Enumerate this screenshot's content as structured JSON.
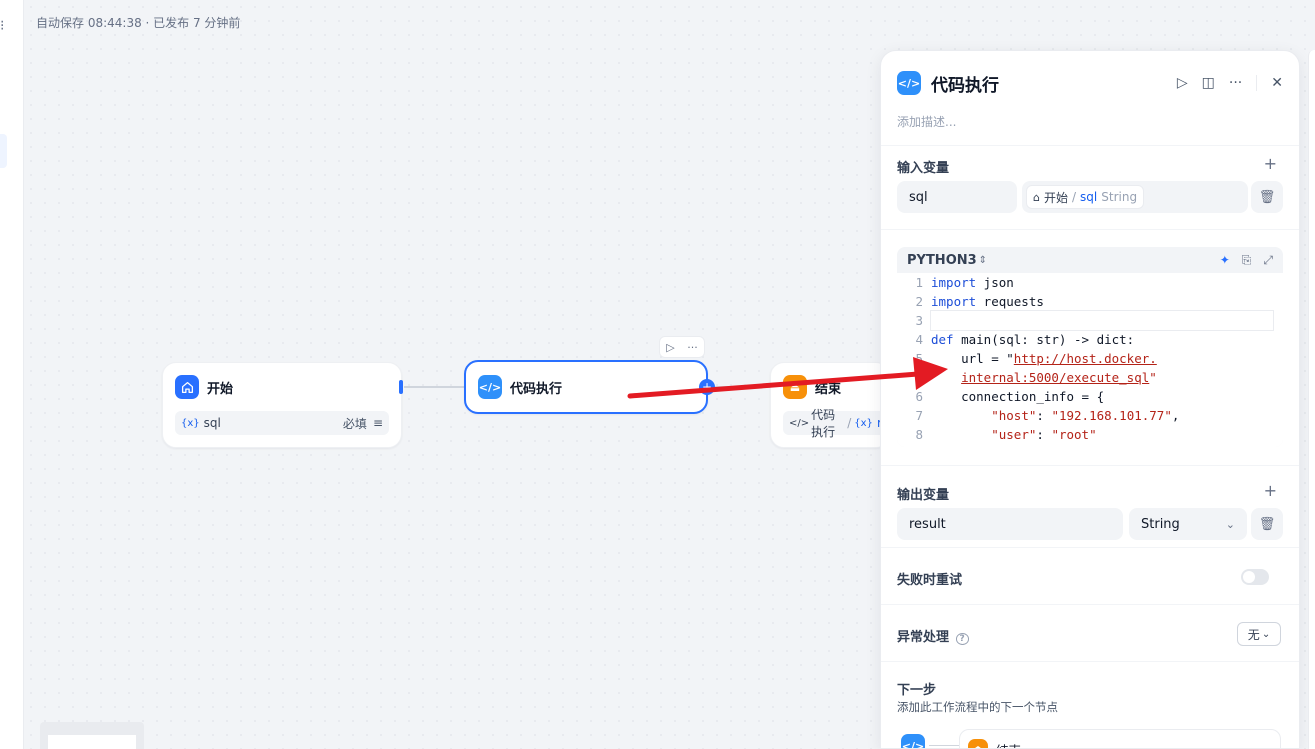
{
  "header": {
    "autosave_text": "自动保存 08:44:38 · 已发布 7 分钟前"
  },
  "canvas": {
    "start_node": {
      "title": "开始",
      "variable": {
        "prefix": "{x}",
        "name": "sql",
        "required": "必填"
      }
    },
    "code_node": {
      "title": "代码执行",
      "icon": "code-icon"
    },
    "end_node": {
      "title": "结束",
      "ref_prefix": "代码执行",
      "ref_suffix": "re"
    }
  },
  "panel": {
    "title": "代码执行",
    "description_placeholder": "添加描述...",
    "inputs": {
      "title": "输入变量",
      "rows": [
        {
          "name": "sql",
          "source_node": "开始",
          "source_var": "sql",
          "type": "String"
        }
      ]
    },
    "code": {
      "language": "PYTHON3",
      "lines": [
        {
          "no": "1",
          "kw": "import",
          "rest": " json"
        },
        {
          "no": "2",
          "kw": "import",
          "rest": " requests"
        },
        {
          "no": "3",
          "kw": "",
          "rest": ""
        },
        {
          "no": "4",
          "kw": "def",
          "rest": " main(sql: str) -> dict:"
        },
        {
          "no": "5",
          "pre": "    url = \"",
          "url": "http://host.docker.",
          "post": ""
        },
        {
          "no": "",
          "pre": "    ",
          "url": "internal:5000/execute_sql",
          "post": "\""
        },
        {
          "no": "6",
          "kw": "",
          "rest": "    connection_info = {"
        },
        {
          "no": "7",
          "pre": "        ",
          "key": "\"host\"",
          "mid": ": ",
          "val": "\"192.168.101.77\"",
          "post": ","
        },
        {
          "no": "8",
          "pre": "        ",
          "key": "\"user\"",
          "mid": ": ",
          "val": "\"root\"",
          "post": ""
        }
      ]
    },
    "outputs": {
      "title": "输出变量",
      "rows": [
        {
          "name": "result",
          "type": "String"
        }
      ]
    },
    "retry": {
      "title": "失败时重试"
    },
    "error_handling": {
      "title": "异常处理",
      "value": "无"
    },
    "next_step": {
      "title": "下一步",
      "subtitle": "添加此工作流程中的下一个节点",
      "next_node": "结束"
    }
  },
  "colors": {
    "accent": "#2970ff",
    "code_node_icon": "#2e90fa",
    "start_icon": "#2970ff",
    "end_icon": "#f79009",
    "annotation_arrow": "#e31b23"
  }
}
